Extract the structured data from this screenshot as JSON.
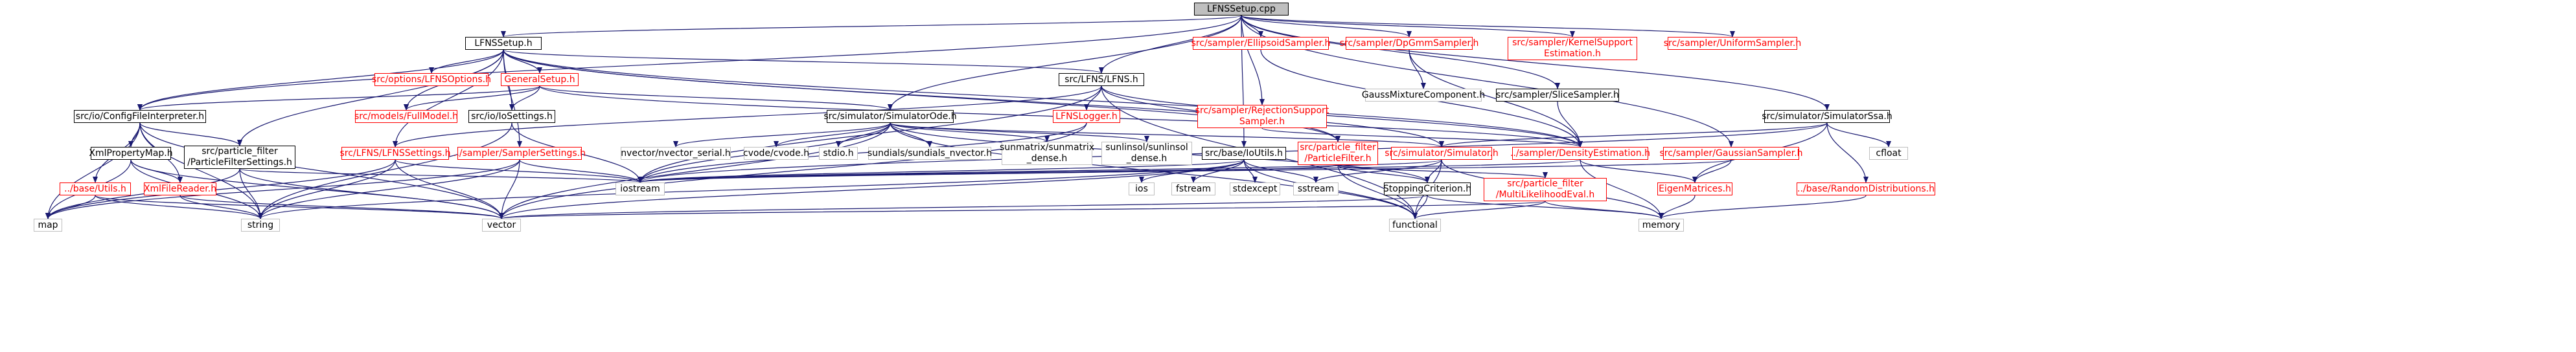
{
  "colors": {
    "edge": "#191970",
    "border_normal": "#000000",
    "border_red": "#ff0000",
    "border_gray": "#bfbfbf",
    "root_fill": "#bfbfbf"
  },
  "nodes": [
    {
      "id": "root",
      "lines": [
        "LFNSSetup.cpp"
      ],
      "kind": "root"
    },
    {
      "id": "lfnssetup_h",
      "lines": [
        "LFNSSetup.h"
      ],
      "kind": "normal"
    },
    {
      "id": "ellipsoid",
      "lines": [
        "src/sampler/EllipsoidSampler.h"
      ],
      "kind": "red"
    },
    {
      "id": "dpgmm",
      "lines": [
        "src/sampler/DpGmmSampler.h"
      ],
      "kind": "red"
    },
    {
      "id": "kernel",
      "lines": [
        "src/sampler/KernelSupport",
        "Estimation.h"
      ],
      "kind": "red"
    },
    {
      "id": "uniform",
      "lines": [
        "src/sampler/UniformSampler.h"
      ],
      "kind": "red"
    },
    {
      "id": "options",
      "lines": [
        "src/options/LFNSOptions.h"
      ],
      "kind": "red"
    },
    {
      "id": "generalsetup",
      "lines": [
        "GeneralSetup.h"
      ],
      "kind": "red"
    },
    {
      "id": "lfns_lfns",
      "lines": [
        "src/LFNS/LFNS.h"
      ],
      "kind": "normal"
    },
    {
      "id": "gmm",
      "lines": [
        "GaussMixtureComponent.h"
      ],
      "kind": "gray"
    },
    {
      "id": "slicesampler",
      "lines": [
        "src/sampler/SliceSampler.h"
      ],
      "kind": "normal"
    },
    {
      "id": "configinterp",
      "lines": [
        "src/io/ConfigFileInterpreter.h"
      ],
      "kind": "normal"
    },
    {
      "id": "fullmodel",
      "lines": [
        "src/models/FullModel.h"
      ],
      "kind": "red"
    },
    {
      "id": "iosettings",
      "lines": [
        "src/io/IoSettings.h"
      ],
      "kind": "normal"
    },
    {
      "id": "simode",
      "lines": [
        "src/simulator/SimulatorOde.h"
      ],
      "kind": "normal"
    },
    {
      "id": "lfnslogger",
      "lines": [
        "LFNSLogger.h"
      ],
      "kind": "red"
    },
    {
      "id": "rejection",
      "lines": [
        "src/sampler/RejectionSupport",
        "Sampler.h"
      ],
      "kind": "red"
    },
    {
      "id": "simssa",
      "lines": [
        "src/simulator/SimulatorSsa.h"
      ],
      "kind": "normal"
    },
    {
      "id": "xmlprop",
      "lines": [
        "XmlPropertyMap.h"
      ],
      "kind": "normal"
    },
    {
      "id": "pfsettings",
      "lines": [
        "src/particle_filter",
        "/ParticleFilterSettings.h"
      ],
      "kind": "normal"
    },
    {
      "id": "lfnssettings",
      "lines": [
        "src/LFNS/LFNSSettings.h"
      ],
      "kind": "red"
    },
    {
      "id": "samplersettings",
      "lines": [
        "../sampler/SamplerSettings.h"
      ],
      "kind": "red"
    },
    {
      "id": "nvector_serial",
      "lines": [
        "nvector/nvector_serial.h"
      ],
      "kind": "gray"
    },
    {
      "id": "cvode",
      "lines": [
        "cvode/cvode.h"
      ],
      "kind": "gray"
    },
    {
      "id": "stdio",
      "lines": [
        "stdio.h"
      ],
      "kind": "gray"
    },
    {
      "id": "sundials_nvector",
      "lines": [
        "sundials/sundials_nvector.h"
      ],
      "kind": "gray"
    },
    {
      "id": "sunmatrix",
      "lines": [
        "sunmatrix/sunmatrix",
        "_dense.h"
      ],
      "kind": "gray"
    },
    {
      "id": "sunlinsol",
      "lines": [
        "sunlinsol/sunlinsol",
        "_dense.h"
      ],
      "kind": "gray"
    },
    {
      "id": "ioutils",
      "lines": [
        "src/base/IoUtils.h"
      ],
      "kind": "normal"
    },
    {
      "id": "particlefilter",
      "lines": [
        "src/particle_filter",
        "/ParticleFilter.h"
      ],
      "kind": "red"
    },
    {
      "id": "simulator",
      "lines": [
        "src/simulator/Simulator.h"
      ],
      "kind": "red"
    },
    {
      "id": "densityest",
      "lines": [
        "../sampler/DensityEstimation.h"
      ],
      "kind": "red"
    },
    {
      "id": "gaussiansampler",
      "lines": [
        "src/sampler/GaussianSampler.h"
      ],
      "kind": "red"
    },
    {
      "id": "cfloat",
      "lines": [
        "cfloat"
      ],
      "kind": "gray"
    },
    {
      "id": "baseutils",
      "lines": [
        "../base/Utils.h"
      ],
      "kind": "red"
    },
    {
      "id": "xmlreader",
      "lines": [
        "XmlFileReader.h"
      ],
      "kind": "red"
    },
    {
      "id": "iostream",
      "lines": [
        "iostream"
      ],
      "kind": "gray"
    },
    {
      "id": "ios",
      "lines": [
        "ios"
      ],
      "kind": "gray"
    },
    {
      "id": "fstream",
      "lines": [
        "fstream"
      ],
      "kind": "gray"
    },
    {
      "id": "stdexcept",
      "lines": [
        "stdexcept"
      ],
      "kind": "gray"
    },
    {
      "id": "sstream",
      "lines": [
        "sstream"
      ],
      "kind": "gray"
    },
    {
      "id": "stopping",
      "lines": [
        "StoppingCriterion.h"
      ],
      "kind": "normal"
    },
    {
      "id": "multilik",
      "lines": [
        "src/particle_filter",
        "/MultiLikelihoodEval.h"
      ],
      "kind": "red"
    },
    {
      "id": "eigenmat",
      "lines": [
        "EigenMatrices.h"
      ],
      "kind": "red"
    },
    {
      "id": "randomdist",
      "lines": [
        "../base/RandomDistributions.h"
      ],
      "kind": "red"
    },
    {
      "id": "map",
      "lines": [
        "map"
      ],
      "kind": "gray"
    },
    {
      "id": "string",
      "lines": [
        "string"
      ],
      "kind": "gray"
    },
    {
      "id": "vector",
      "lines": [
        "vector"
      ],
      "kind": "gray"
    },
    {
      "id": "functional",
      "lines": [
        "functional"
      ],
      "kind": "gray"
    },
    {
      "id": "memory",
      "lines": [
        "memory"
      ],
      "kind": "gray"
    }
  ],
  "edges": [
    [
      "root",
      "lfnssetup_h"
    ],
    [
      "root",
      "ellipsoid"
    ],
    [
      "root",
      "dpgmm"
    ],
    [
      "root",
      "kernel"
    ],
    [
      "root",
      "uniform"
    ],
    [
      "root",
      "lfns_lfns"
    ],
    [
      "root",
      "slicesampler"
    ],
    [
      "root",
      "configinterp"
    ],
    [
      "root",
      "simode"
    ],
    [
      "root",
      "rejection"
    ],
    [
      "root",
      "simssa"
    ],
    [
      "root",
      "gaussiansampler"
    ],
    [
      "root",
      "ioutils"
    ],
    [
      "lfnssetup_h",
      "options"
    ],
    [
      "lfnssetup_h",
      "generalsetup"
    ],
    [
      "lfnssetup_h",
      "lfns_lfns"
    ],
    [
      "lfnssetup_h",
      "configinterp"
    ],
    [
      "lfnssetup_h",
      "fullmodel"
    ],
    [
      "lfnssetup_h",
      "iosettings"
    ],
    [
      "lfnssetup_h",
      "pfsettings"
    ],
    [
      "lfnssetup_h",
      "lfnssettings"
    ],
    [
      "lfnssetup_h",
      "samplersettings"
    ],
    [
      "lfnssetup_h",
      "simulator"
    ],
    [
      "lfnssetup_h",
      "densityest"
    ],
    [
      "lfnssetup_h",
      "particlefilter"
    ],
    [
      "generalsetup",
      "configinterp"
    ],
    [
      "generalsetup",
      "fullmodel"
    ],
    [
      "generalsetup",
      "iosettings"
    ],
    [
      "generalsetup",
      "simode"
    ],
    [
      "generalsetup",
      "densityest"
    ],
    [
      "lfns_lfns",
      "lfnslogger"
    ],
    [
      "lfns_lfns",
      "lfnssettings"
    ],
    [
      "lfns_lfns",
      "densityest"
    ],
    [
      "lfns_lfns",
      "iostream"
    ],
    [
      "lfns_lfns",
      "particlefilter"
    ],
    [
      "lfns_lfns",
      "functional"
    ],
    [
      "ellipsoid",
      "densityest"
    ],
    [
      "dpgmm",
      "gmm"
    ],
    [
      "dpgmm",
      "densityest"
    ],
    [
      "slicesampler",
      "densityest"
    ],
    [
      "rejection",
      "densityest"
    ],
    [
      "configinterp",
      "xmlprop"
    ],
    [
      "configinterp",
      "pfsettings"
    ],
    [
      "configinterp",
      "baseutils"
    ],
    [
      "configinterp",
      "xmlreader"
    ],
    [
      "configinterp",
      "map"
    ],
    [
      "configinterp",
      "string"
    ],
    [
      "configinterp",
      "vector"
    ],
    [
      "iosettings",
      "string"
    ],
    [
      "iosettings",
      "iostream"
    ],
    [
      "simode",
      "nvector_serial"
    ],
    [
      "simode",
      "cvode"
    ],
    [
      "simode",
      "stdio"
    ],
    [
      "simode",
      "sundials_nvector"
    ],
    [
      "simode",
      "sunmatrix"
    ],
    [
      "simode",
      "sunlinsol"
    ],
    [
      "simode",
      "simulator"
    ],
    [
      "simode",
      "iostream"
    ],
    [
      "simode",
      "vector"
    ],
    [
      "simode",
      "functional"
    ],
    [
      "simode",
      "stopping"
    ],
    [
      "lfnslogger",
      "iostream"
    ],
    [
      "lfnslogger",
      "vector"
    ],
    [
      "simssa",
      "simulator"
    ],
    [
      "simssa",
      "cfloat"
    ],
    [
      "simssa",
      "eigenmat"
    ],
    [
      "simssa",
      "randomdist"
    ],
    [
      "simssa",
      "iostream"
    ],
    [
      "xmlprop",
      "map"
    ],
    [
      "xmlprop",
      "string"
    ],
    [
      "xmlprop",
      "xmlreader"
    ],
    [
      "xmlprop",
      "vector"
    ],
    [
      "pfsettings",
      "map"
    ],
    [
      "pfsettings",
      "string"
    ],
    [
      "pfsettings",
      "vector"
    ],
    [
      "pfsettings",
      "iostream"
    ],
    [
      "lfnssettings",
      "map"
    ],
    [
      "lfnssettings",
      "string"
    ],
    [
      "lfnssettings",
      "vector"
    ],
    [
      "lfnssettings",
      "iostream"
    ],
    [
      "samplersettings",
      "map"
    ],
    [
      "samplersettings",
      "string"
    ],
    [
      "samplersettings",
      "vector"
    ],
    [
      "samplersettings",
      "iostream"
    ],
    [
      "ioutils",
      "iostream"
    ],
    [
      "ioutils",
      "ios"
    ],
    [
      "ioutils",
      "fstream"
    ],
    [
      "ioutils",
      "stdexcept"
    ],
    [
      "ioutils",
      "sstream"
    ],
    [
      "ioutils",
      "vector"
    ],
    [
      "ioutils",
      "string"
    ],
    [
      "ioutils",
      "functional"
    ],
    [
      "particlefilter",
      "stopping"
    ],
    [
      "particlefilter",
      "multilik"
    ],
    [
      "particlefilter",
      "iostream"
    ],
    [
      "particlefilter",
      "functional"
    ],
    [
      "simulator",
      "stopping"
    ],
    [
      "simulator",
      "functional"
    ],
    [
      "simulator",
      "memory"
    ],
    [
      "simulator",
      "iostream"
    ],
    [
      "simulator",
      "sstream"
    ],
    [
      "densityest",
      "eigenmat"
    ],
    [
      "densityest",
      "iostream"
    ],
    [
      "densityest",
      "memory"
    ],
    [
      "gaussiansampler",
      "eigenmat"
    ],
    [
      "gaussiansampler",
      "iostream"
    ],
    [
      "baseutils",
      "map"
    ],
    [
      "baseutils",
      "string"
    ],
    [
      "baseutils",
      "vector"
    ],
    [
      "xmlreader",
      "string"
    ],
    [
      "xmlreader",
      "vector"
    ],
    [
      "stopping",
      "vector"
    ],
    [
      "stopping",
      "functional"
    ],
    [
      "stopping",
      "memory"
    ],
    [
      "multilik",
      "vector"
    ],
    [
      "multilik",
      "functional"
    ],
    [
      "multilik",
      "memory"
    ],
    [
      "eigenmat",
      "memory"
    ],
    [
      "randomdist",
      "memory"
    ]
  ]
}
